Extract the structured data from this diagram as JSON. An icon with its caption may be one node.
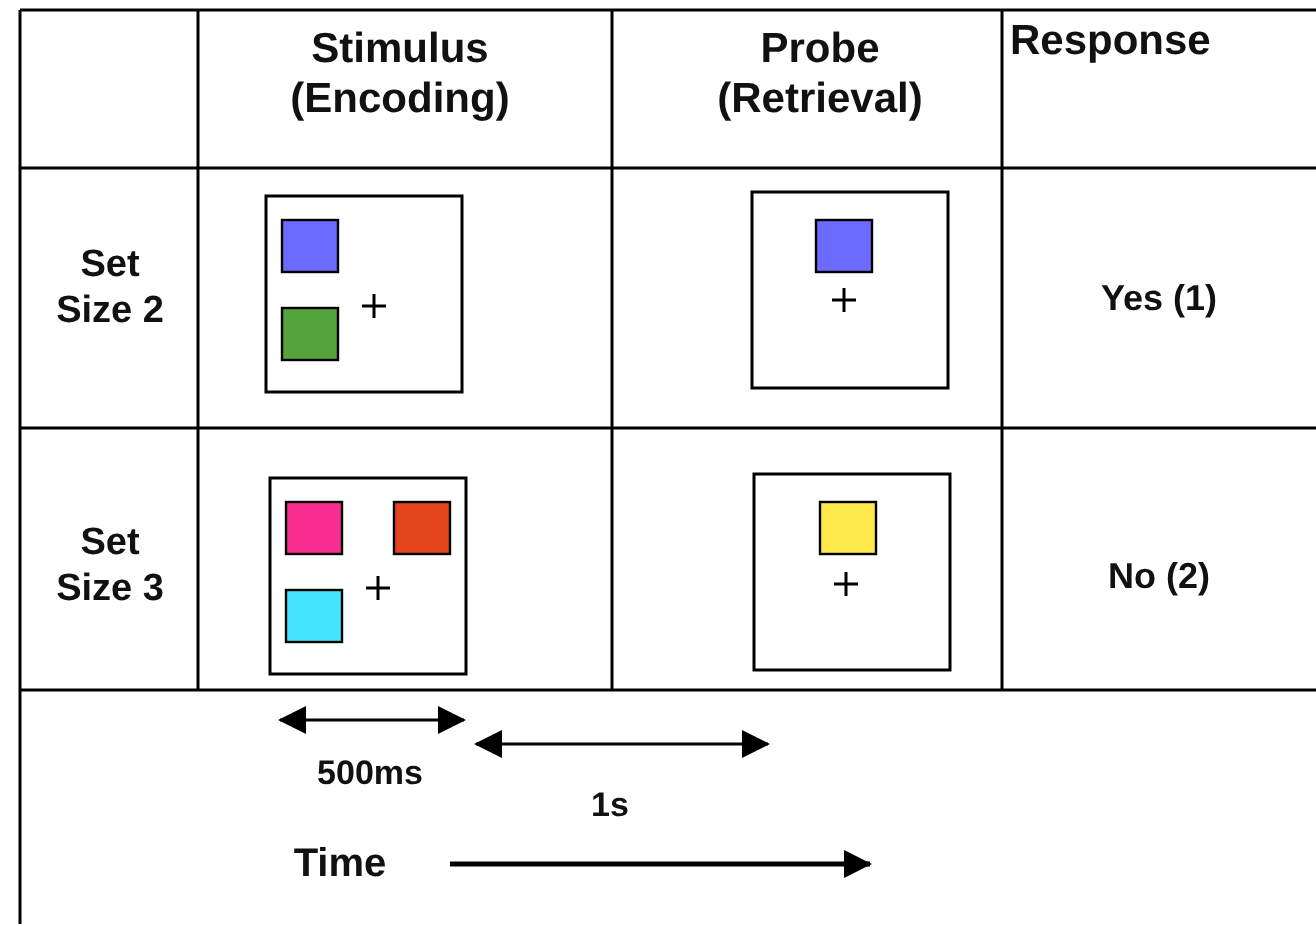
{
  "diagram": {
    "labels": [
      "Stimulus (Encoding)",
      "Probe (Retrieval)",
      "Response",
      "Set Size 2",
      "Yes (1)",
      "Set Size 3",
      "No (2)",
      "500ms",
      "1s",
      "Time"
    ]
  }
}
